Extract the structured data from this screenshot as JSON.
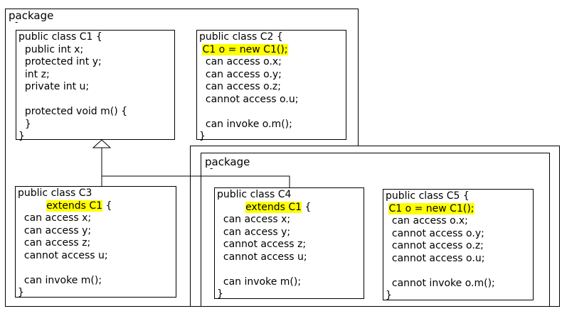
{
  "packages": [
    {
      "label": "package",
      "tick": "-"
    },
    {
      "label": "package",
      "tick": "-"
    }
  ],
  "colors": {
    "highlight": "#ffff00",
    "stroke": "#000000"
  },
  "classes": {
    "c1": {
      "lines": [
        {
          "pre": "public class C1 {",
          "hl": "",
          "post": ""
        },
        {
          "pre": "  public int x;",
          "hl": "",
          "post": ""
        },
        {
          "pre": "  protected int y;",
          "hl": "",
          "post": ""
        },
        {
          "pre": "  int z;",
          "hl": "",
          "post": ""
        },
        {
          "pre": "  private int u;",
          "hl": "",
          "post": ""
        },
        {
          "pre": "",
          "hl": "",
          "post": ""
        },
        {
          "pre": "  protected void m() {",
          "hl": "",
          "post": ""
        },
        {
          "pre": "  }",
          "hl": "",
          "post": ""
        },
        {
          "pre": "}",
          "hl": "",
          "post": ""
        }
      ]
    },
    "c2": {
      "lines": [
        {
          "pre": "public class C2 {",
          "hl": "",
          "post": ""
        },
        {
          "pre": " ",
          "hl": "C1 o = new C1();",
          "post": ""
        },
        {
          "pre": "  can access o.x;",
          "hl": "",
          "post": ""
        },
        {
          "pre": "  can access o.y;",
          "hl": "",
          "post": ""
        },
        {
          "pre": "  can access o.z;",
          "hl": "",
          "post": ""
        },
        {
          "pre": "  cannot access o.u;",
          "hl": "",
          "post": ""
        },
        {
          "pre": "",
          "hl": "",
          "post": ""
        },
        {
          "pre": "  can invoke o.m();",
          "hl": "",
          "post": ""
        },
        {
          "pre": "}",
          "hl": "",
          "post": ""
        }
      ]
    },
    "c3": {
      "lines": [
        {
          "pre": "public class C3",
          "hl": "",
          "post": ""
        },
        {
          "pre": "         ",
          "hl": "extends C1",
          "post": " {"
        },
        {
          "pre": "  can access x;",
          "hl": "",
          "post": ""
        },
        {
          "pre": "  can access y;",
          "hl": "",
          "post": ""
        },
        {
          "pre": "  can access z;",
          "hl": "",
          "post": ""
        },
        {
          "pre": "  cannot access u;",
          "hl": "",
          "post": ""
        },
        {
          "pre": "",
          "hl": "",
          "post": ""
        },
        {
          "pre": "  can invoke m();",
          "hl": "",
          "post": ""
        },
        {
          "pre": "}",
          "hl": "",
          "post": ""
        }
      ]
    },
    "c4": {
      "lines": [
        {
          "pre": "public class C4",
          "hl": "",
          "post": ""
        },
        {
          "pre": "         ",
          "hl": "extends C1",
          "post": " {"
        },
        {
          "pre": "  can access x;",
          "hl": "",
          "post": ""
        },
        {
          "pre": "  can access y;",
          "hl": "",
          "post": ""
        },
        {
          "pre": "  cannot access z;",
          "hl": "",
          "post": ""
        },
        {
          "pre": "  cannot access u;",
          "hl": "",
          "post": ""
        },
        {
          "pre": "",
          "hl": "",
          "post": ""
        },
        {
          "pre": "  can invoke m();",
          "hl": "",
          "post": ""
        },
        {
          "pre": "}",
          "hl": "",
          "post": ""
        }
      ]
    },
    "c5": {
      "lines": [
        {
          "pre": "public class C5 {",
          "hl": "",
          "post": ""
        },
        {
          "pre": " ",
          "hl": "C1 o = new C1();",
          "post": ""
        },
        {
          "pre": "  can access o.x;",
          "hl": "",
          "post": ""
        },
        {
          "pre": "  cannot access o.y;",
          "hl": "",
          "post": ""
        },
        {
          "pre": "  cannot access o.z;",
          "hl": "",
          "post": ""
        },
        {
          "pre": "  cannot access o.u;",
          "hl": "",
          "post": ""
        },
        {
          "pre": "",
          "hl": "",
          "post": ""
        },
        {
          "pre": "  cannot invoke o.m();",
          "hl": "",
          "post": ""
        },
        {
          "pre": "}",
          "hl": "",
          "post": ""
        }
      ]
    }
  }
}
